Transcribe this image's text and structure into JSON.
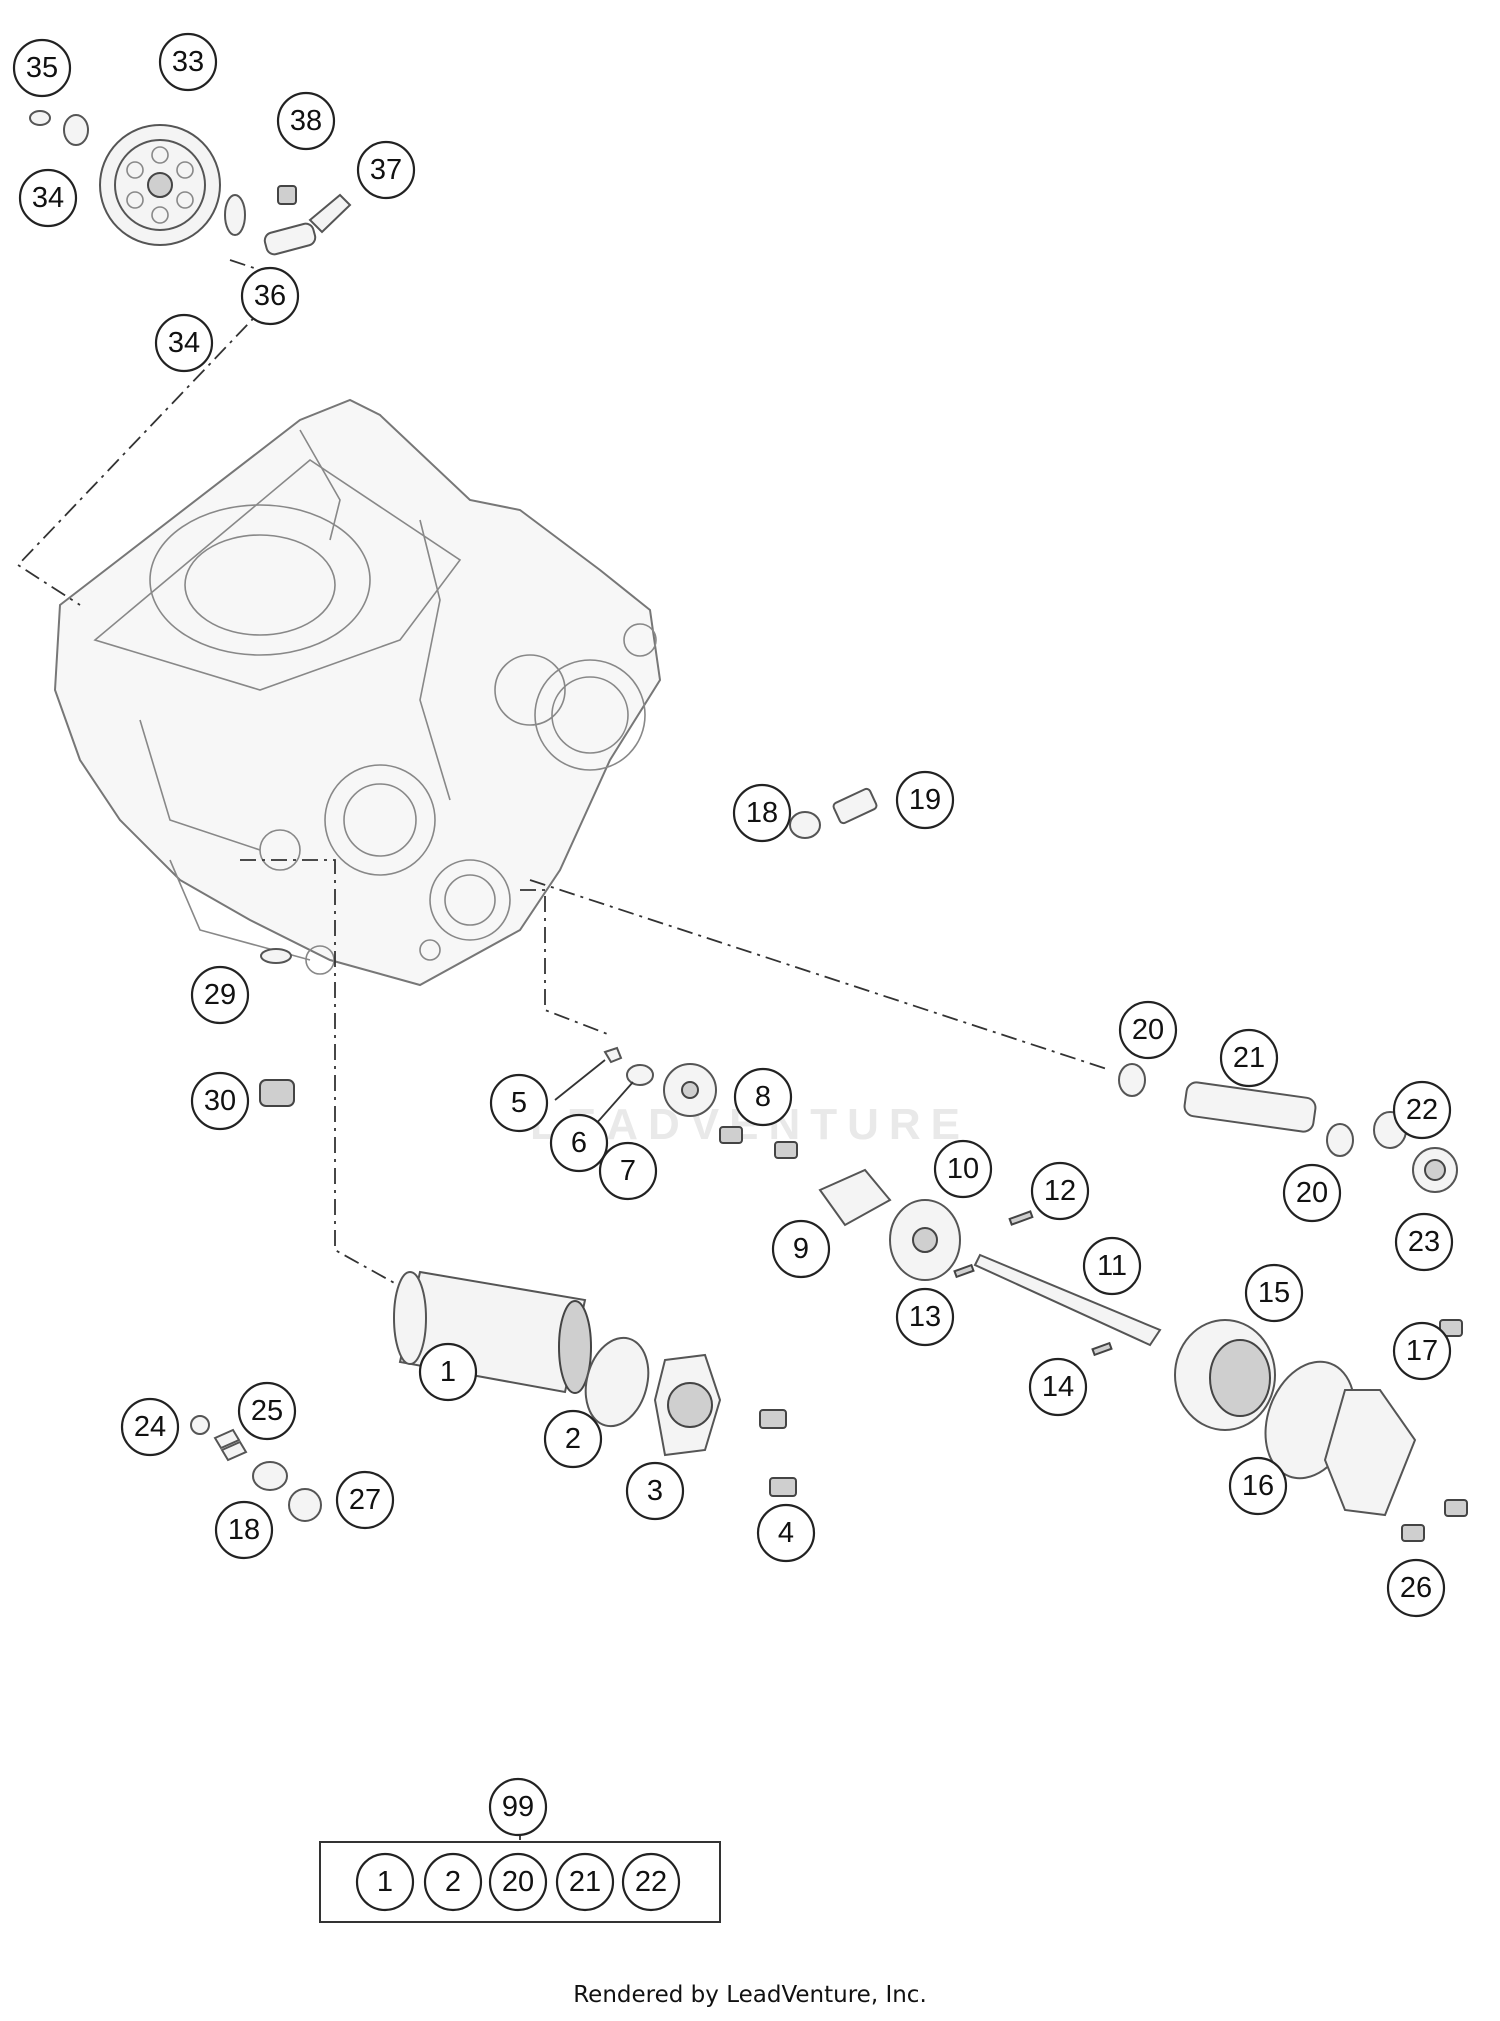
{
  "callouts": [
    "35",
    "33",
    "38",
    "37",
    "34",
    "36",
    "34",
    "18",
    "19",
    "29",
    "30",
    "20",
    "21",
    "22",
    "5",
    "6",
    "7",
    "8",
    "10",
    "12",
    "9",
    "11",
    "13",
    "20",
    "23",
    "15",
    "17",
    "1",
    "14",
    "24",
    "25",
    "2",
    "3",
    "16",
    "18",
    "27",
    "4",
    "26",
    "99"
  ],
  "kit": {
    "label": "99",
    "items": [
      "1",
      "2",
      "20",
      "21",
      "22"
    ]
  },
  "watermark": "LEADVENTURE",
  "footer": "Rendered by LeadVenture, Inc."
}
